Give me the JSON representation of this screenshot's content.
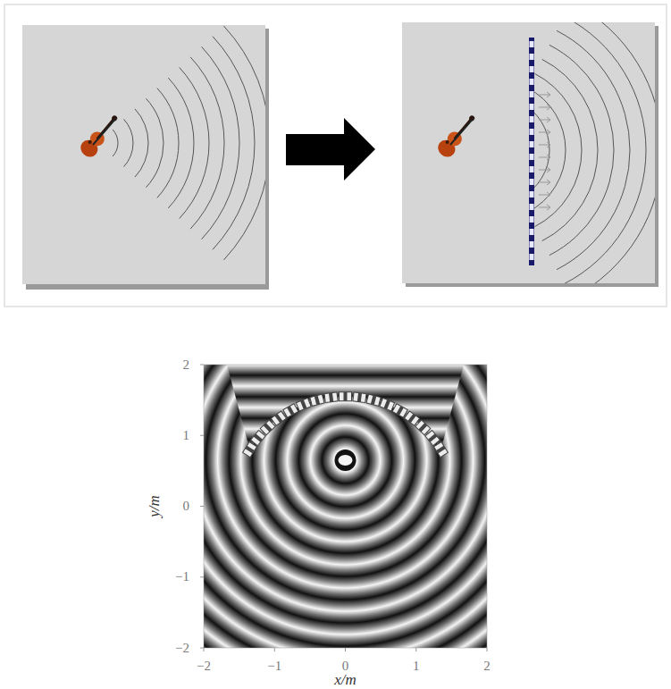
{
  "diagram": {
    "labels": [
      "2",
      "1",
      "0",
      "−1",
      "−2",
      "−2",
      "−1",
      "0",
      "1",
      "2",
      "y/m",
      "x/m"
    ]
  }
}
